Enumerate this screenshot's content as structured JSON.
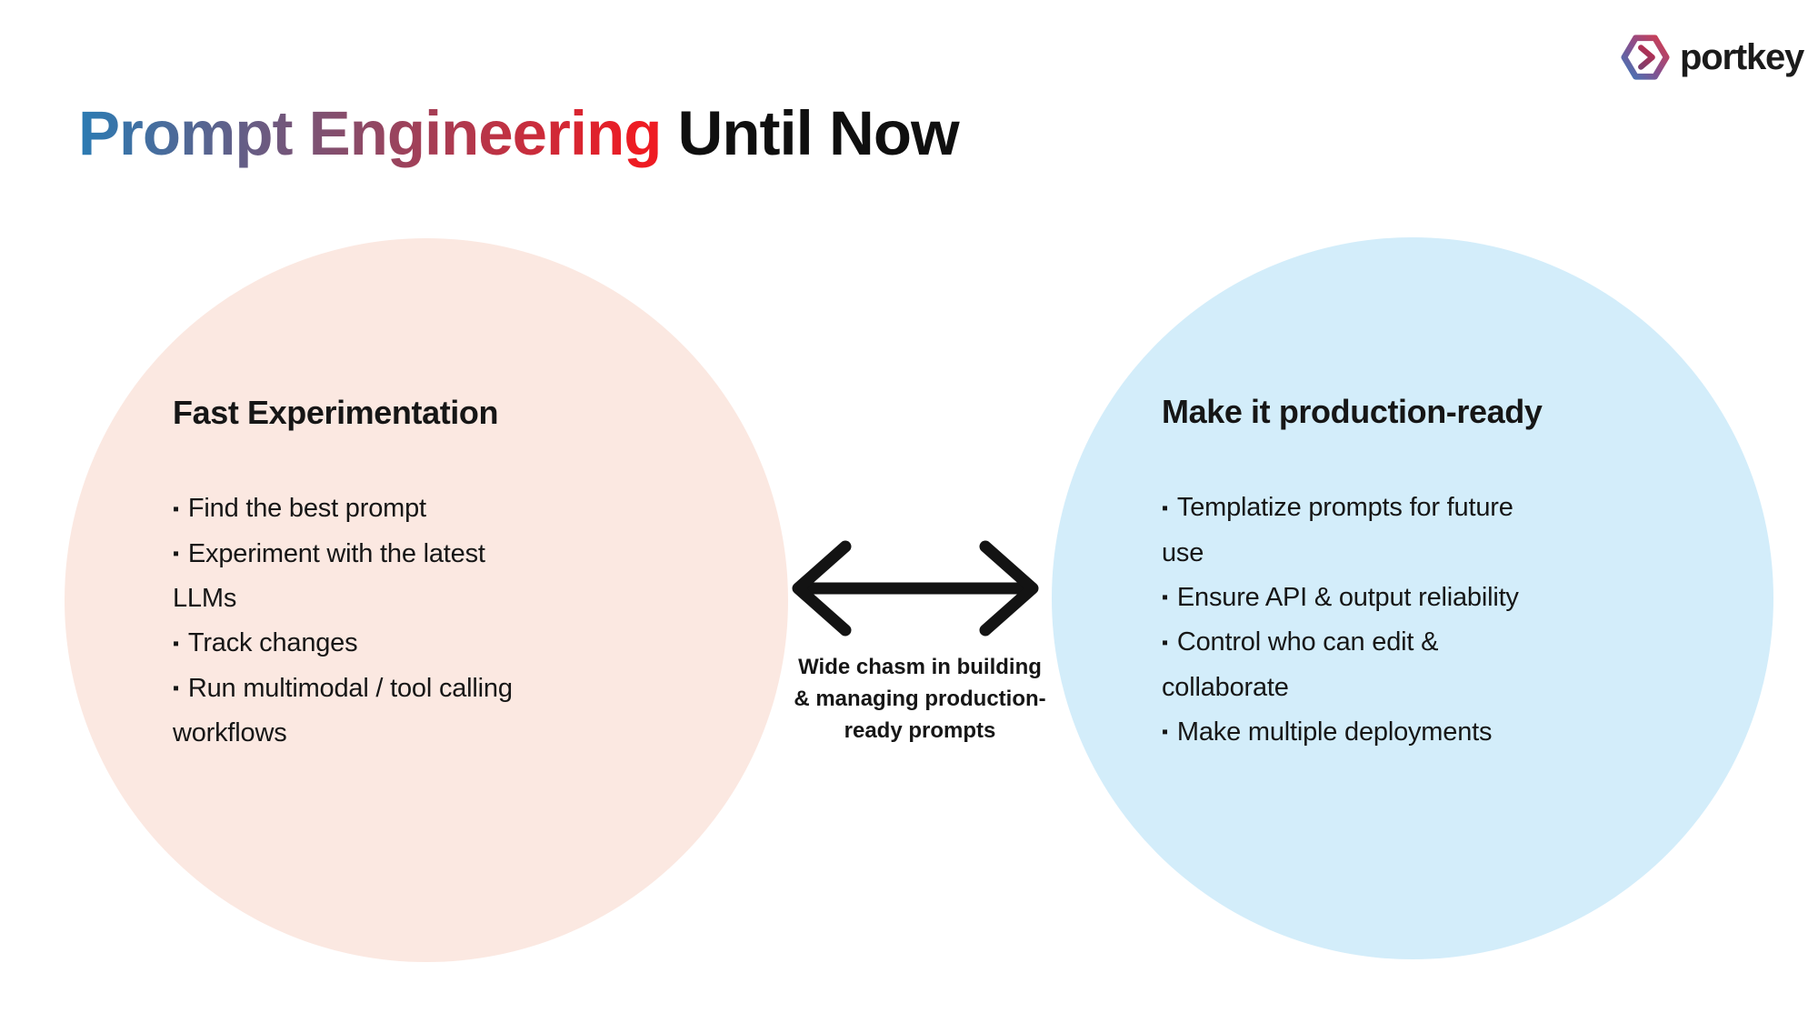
{
  "slide": {
    "title": {
      "gradient_text": "Prompt Engineering",
      "plain_text": " Until Now"
    },
    "logo": {
      "wordmark": "portkey"
    },
    "left_circle": {
      "heading": "Fast Experimentation",
      "bullet_glyph": "▪",
      "bullets": [
        "Find the best prompt",
        "Experiment with the latest\nLLMs",
        "Track changes",
        "Run multimodal / tool calling\nworkflows"
      ]
    },
    "right_circle": {
      "heading": "Make it production-ready",
      "bullet_glyph": "▪",
      "bullets": [
        "Templatize prompts for future\nuse",
        "Ensure API & output reliability",
        "Control who can edit &\ncollaborate",
        "Make multiple deployments"
      ]
    },
    "center": {
      "caption": "Wide chasm in building\n& managing production-\nready prompts"
    },
    "colors": {
      "left_circle_fill": "#fbe8e1",
      "right_circle_fill": "#d3edfa",
      "title_gradient_start": "#2b7bb3",
      "title_gradient_mid": "#8c4a67",
      "title_gradient_end": "#ee1b22",
      "text": "#161616",
      "arrow": "#131313",
      "logo_blue": "#3a7abc",
      "logo_purple": "#8a4e8c",
      "logo_red": "#d93b49",
      "logo_chevron_start": "#7c3f6e",
      "logo_chevron_end": "#c22a4a"
    }
  }
}
